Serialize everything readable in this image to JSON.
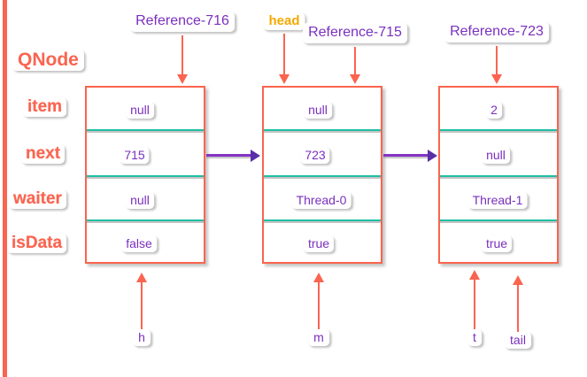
{
  "diagram": {
    "title": "QNode",
    "field_labels": [
      "item",
      "next",
      "waiter",
      "isData"
    ],
    "top_labels": [
      {
        "text": "Reference-716",
        "kind": "reference"
      },
      {
        "text": "head",
        "kind": "variable"
      },
      {
        "text": "Reference-715",
        "kind": "reference"
      },
      {
        "text": "Reference-723",
        "kind": "reference"
      }
    ],
    "bottom_labels": [
      {
        "text": "h"
      },
      {
        "text": "m"
      },
      {
        "text": "t"
      },
      {
        "text": "tail"
      }
    ],
    "nodes": [
      {
        "item": "null",
        "next": "715",
        "waiter": "null",
        "isData": "false"
      },
      {
        "item": "null",
        "next": "723",
        "waiter": "Thread-0",
        "isData": "true"
      },
      {
        "item": "2",
        "next": "null",
        "waiter": "Thread-1",
        "isData": "true"
      }
    ],
    "colors": {
      "accent_red": "#fa6450",
      "value_purple": "#7a2fbe",
      "link_purple": "#8434c6",
      "divider_teal": "#1fbfa4",
      "head_amber": "#f5a800"
    }
  }
}
